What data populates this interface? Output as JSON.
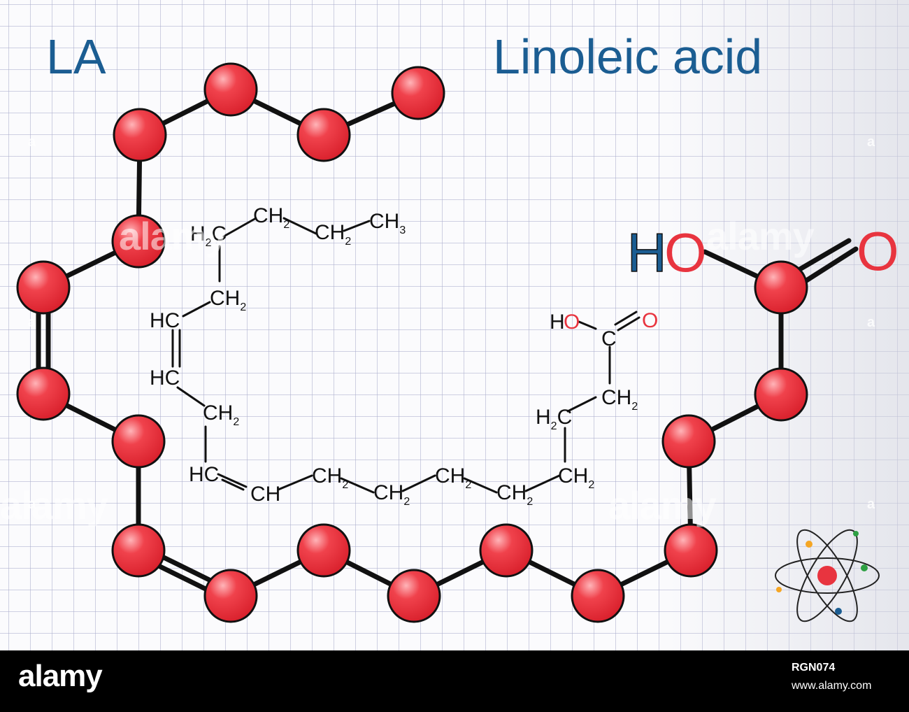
{
  "abbreviation": "LA",
  "name": "Linoleic acid",
  "big_labels": {
    "h": "H",
    "o_hydroxyl": "O",
    "o_carbonyl": "O"
  },
  "colors": {
    "atom": "#e8343f",
    "bond": "#111111",
    "title": "#1b5d92",
    "oxygen": "#e8343f",
    "hydrogen": "#1b5d92"
  },
  "formula": {
    "c18": "CH",
    "c18_sub": "3",
    "c17": "CH",
    "c17_sub": "2",
    "c16": "CH",
    "c16_sub": "2",
    "c15_h": "H",
    "c15_sub": "2",
    "c15_c": "C",
    "c14": "CH",
    "c14_sub": "2",
    "c13": "HC",
    "c12": "HC",
    "c11": "CH",
    "c11_sub": "2",
    "c10": "HC",
    "c9": "CH",
    "c8": "CH",
    "c8_sub": "2",
    "c7": "CH",
    "c7_sub": "2",
    "c6": "CH",
    "c6_sub": "2",
    "c5": "CH",
    "c5_sub": "2",
    "c4": "CH",
    "c4_sub": "2",
    "c3_h": "H",
    "c3_sub": "2",
    "c3_c": "C",
    "c2": "CH",
    "c2_sub": "2",
    "c1": "C",
    "oh_h": "H",
    "oh_o": "O",
    "o_dbl": "O"
  },
  "watermark": {
    "text": "alamy",
    "symbol": "a"
  },
  "footer": {
    "logo": "alamy",
    "image_id": "RGN074",
    "url": "www.alamy.com"
  }
}
